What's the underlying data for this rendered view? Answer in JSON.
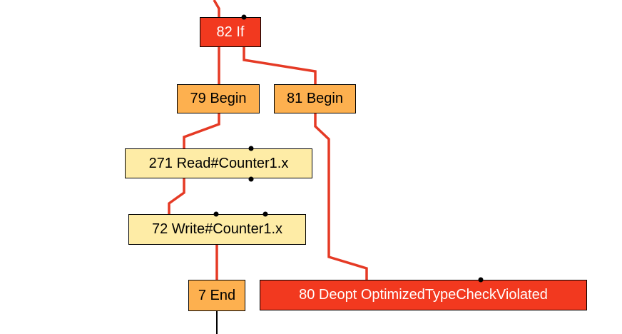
{
  "colors": {
    "edge_control": "#e53a25",
    "edge_data": "#000000",
    "node_red": "#f2391f",
    "node_orange": "#fdb04f",
    "node_yellow": "#feeca6"
  },
  "nodes": {
    "n82": {
      "label": "82 If"
    },
    "n79": {
      "label": "79 Begin"
    },
    "n81": {
      "label": "81 Begin"
    },
    "n271": {
      "label": "271 Read#Counter1.x"
    },
    "n72": {
      "label": "72 Write#Counter1.x"
    },
    "n7": {
      "label": "7 End"
    },
    "n80": {
      "label": "80 Deopt OptimizedTypeCheckViolated"
    }
  }
}
